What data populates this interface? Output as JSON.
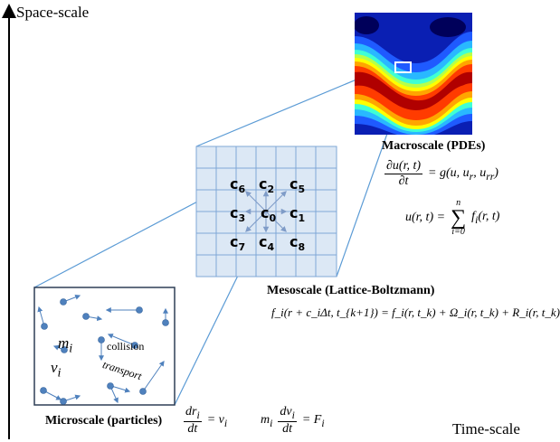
{
  "axes": {
    "y_label": "Space-scale",
    "x_label": "Time-scale"
  },
  "macroscale": {
    "title": "Macroscale (PDEs)",
    "eq1_num": "∂u(r, t)",
    "eq1_den": "∂t",
    "eq1_rhs": "= g(u, u",
    "eq1_rhs_sub1": "r",
    "eq1_rhs_mid": ", u",
    "eq1_rhs_sub2": "rr",
    "eq1_rhs_end": ")",
    "eq2_lhs": "u(r, t) =",
    "eq2_sum_top": "n",
    "eq2_sum_bottom": "i=0",
    "eq2_rhs": "f",
    "eq2_rhs_sub": "i",
    "eq2_rhs_end": "(r, t)"
  },
  "mesoscale": {
    "title": "Mesoscale (Lattice-Boltzmann)",
    "equation": "f_i(r + c_iΔt, t_{k+1}) = f_i(r, t_k) + Ω_i(r, t_k) + R_i(r, t_k)",
    "velocities": [
      "c",
      "c",
      "c",
      "c",
      "c",
      "c",
      "c",
      "c",
      "c"
    ],
    "velocity_subs": [
      "6",
      "2",
      "5",
      "3",
      "0",
      "1",
      "7",
      "4",
      "8"
    ]
  },
  "microscale": {
    "title": "Microscale (particles)",
    "mass_label": "m",
    "mass_sub": "i",
    "vel_label": "v",
    "vel_sub": "i",
    "collision": "collision",
    "transport": "transport",
    "eq1_num": "dr",
    "eq1_num_sub": "i",
    "eq1_den": "dt",
    "eq1_rhs": "= v",
    "eq1_rhs_sub": "i",
    "eq2_lhs": "m",
    "eq2_lhs_sub": "i",
    "eq2_num": "dv",
    "eq2_num_sub": "i",
    "eq2_den": "dt",
    "eq2_rhs": "= F",
    "eq2_rhs_sub": "i"
  },
  "colors": {
    "connector": "#5b9bd5",
    "grid_fill": "#dce8f5",
    "grid_line": "#7fa7d6",
    "particle": "#4f81bd",
    "box_border": "#2f3f56"
  }
}
